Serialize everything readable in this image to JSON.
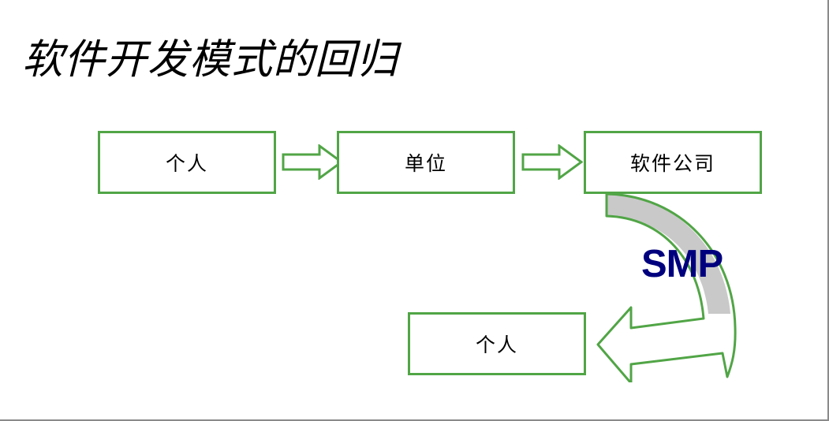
{
  "slide": {
    "title": "软件开发模式的回归",
    "background_color": "#ffffff",
    "frame_color": "#8a8a8a"
  },
  "theme": {
    "box_border_color": "#51a546",
    "arrow_color": "#51a546",
    "curve_fill_color": "#c9c9c9",
    "smp_color": "#00007e",
    "text_color": "#000000"
  },
  "diagram": {
    "boxes": [
      {
        "id": "individual-1",
        "label": "个人"
      },
      {
        "id": "unit",
        "label": "单位"
      },
      {
        "id": "company",
        "label": "软件公司"
      },
      {
        "id": "individual-2",
        "label": "个人"
      }
    ],
    "arrows": [
      {
        "id": "arrow-1",
        "from": "individual-1",
        "to": "unit",
        "style": "block-arrow-right"
      },
      {
        "id": "arrow-2",
        "from": "unit",
        "to": "company",
        "style": "block-arrow-right"
      },
      {
        "id": "curved-arrow",
        "from": "company",
        "to": "individual-2",
        "style": "curved-arrow-down-left"
      }
    ],
    "annotations": [
      {
        "id": "smp-label",
        "text": "SMP"
      }
    ]
  }
}
